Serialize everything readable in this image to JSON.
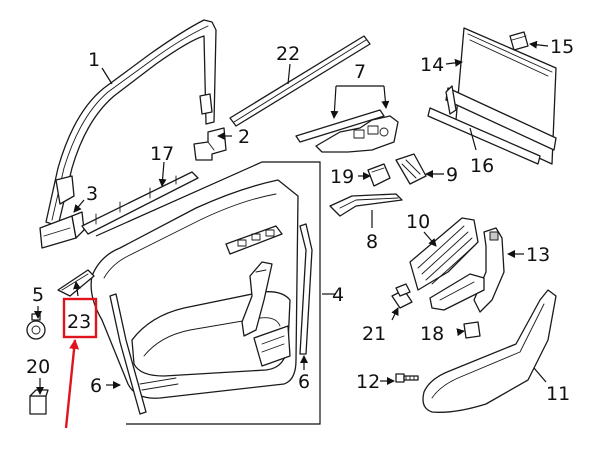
{
  "callouts": [
    {
      "id": "1",
      "label": "1"
    },
    {
      "id": "2",
      "label": "2"
    },
    {
      "id": "3",
      "label": "3"
    },
    {
      "id": "4",
      "label": "4"
    },
    {
      "id": "5",
      "label": "5"
    },
    {
      "id": "6a",
      "label": "6"
    },
    {
      "id": "6b",
      "label": "6"
    },
    {
      "id": "7",
      "label": "7"
    },
    {
      "id": "8",
      "label": "8"
    },
    {
      "id": "9",
      "label": "9"
    },
    {
      "id": "10",
      "label": "10"
    },
    {
      "id": "11",
      "label": "11"
    },
    {
      "id": "12",
      "label": "12"
    },
    {
      "id": "13",
      "label": "13"
    },
    {
      "id": "14",
      "label": "14"
    },
    {
      "id": "15",
      "label": "15"
    },
    {
      "id": "16",
      "label": "16"
    },
    {
      "id": "17",
      "label": "17"
    },
    {
      "id": "18",
      "label": "18"
    },
    {
      "id": "19",
      "label": "19"
    },
    {
      "id": "20",
      "label": "20"
    },
    {
      "id": "21",
      "label": "21"
    },
    {
      "id": "22",
      "label": "22"
    },
    {
      "id": "23",
      "label": "23"
    }
  ],
  "highlight": {
    "part": "23",
    "color": "#e0141e"
  },
  "colors": {
    "line": "#1a1a1a",
    "background": "#ffffff",
    "shade": "#c8c8c8"
  }
}
